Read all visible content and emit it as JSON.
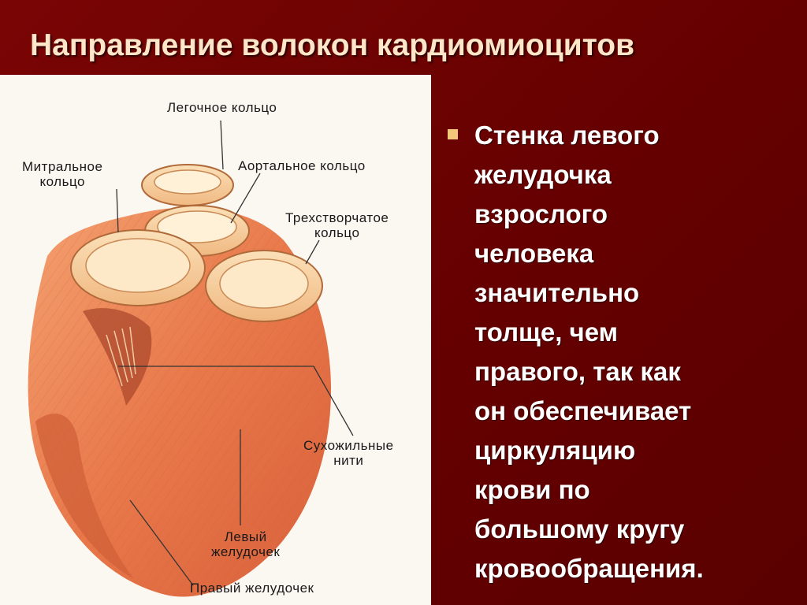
{
  "slide": {
    "title": "Направление волокон кардиомиоцитов"
  },
  "figure": {
    "labels": {
      "pulmonary_ring": "Легочное кольцо",
      "aortic_ring": "Аортальное кольцо",
      "mitral_ring_line1": "Митральное",
      "mitral_ring_line2": "кольцо",
      "tricuspid_ring_line1": "Трехстворчатое",
      "tricuspid_ring_line2": "кольцо",
      "chordae_line1": "Сухожильные",
      "chordae_line2": "нити",
      "left_ventricle_line1": "Левый",
      "left_ventricle_line2": "желудочек",
      "right_ventricle": "Правый желудочек"
    }
  },
  "bullet": {
    "lines": [
      "Стенка левого",
      "желудочка",
      "взрослого",
      "человека",
      "значительно",
      "толще, чем",
      "правого, так как",
      "он обеспечивает",
      "циркуляцию",
      "крови по",
      "большому кругу",
      "кровообращения."
    ]
  },
  "colors": {
    "background": "#6e0000",
    "title": "#ffe6c8",
    "bullet_mark": "#f2c97a",
    "bullet_text": "#ffffff",
    "heart_muscle": "#e8784a"
  }
}
